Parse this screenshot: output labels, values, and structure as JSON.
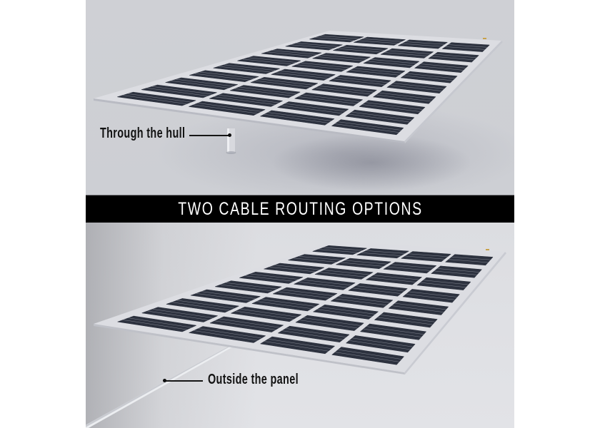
{
  "banner": {
    "title": "TWO CABLE ROUTING OPTIONS"
  },
  "options": [
    {
      "id": "through-hull",
      "label": "Through the hull",
      "panel": "top"
    },
    {
      "id": "outside-panel",
      "label": "Outside the panel",
      "panel": "bottom"
    }
  ],
  "colors": {
    "banner_bg": "#000000",
    "banner_text": "#ffffff",
    "background_top": "#cdcfd4",
    "background_bottom": "#dfe0e4",
    "panel_frame": "#d9dadf",
    "cell": "#2d323f",
    "busbar": "#c9ccd4",
    "label_text": "#121212"
  },
  "panel_grid": {
    "columns": 4,
    "rows": 9
  }
}
